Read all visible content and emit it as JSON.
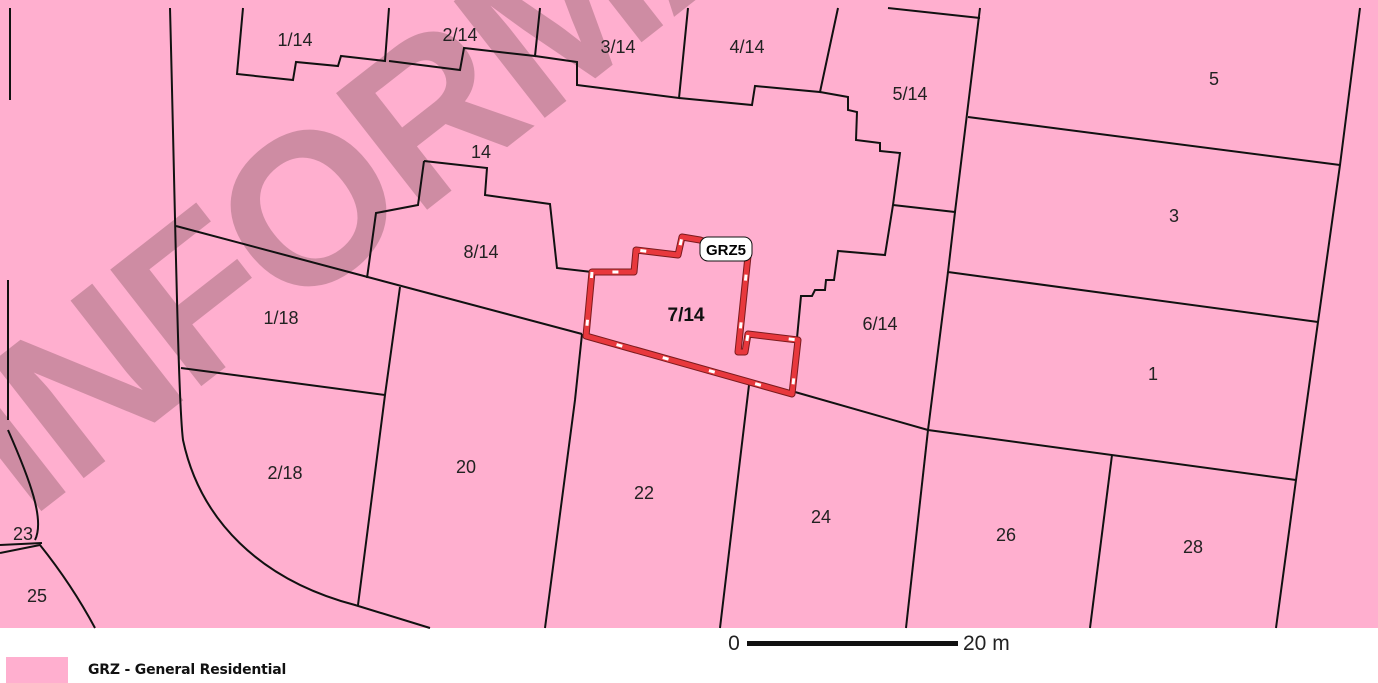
{
  "map": {
    "lot_labels": {
      "l1_14": "1/14",
      "l2_14": "2/14",
      "l3_14": "3/14",
      "l4_14": "4/14",
      "l5_14": "5/14",
      "l5": "5",
      "l14": "14",
      "l3": "3",
      "l8_14": "8/14",
      "l7_14": "7/14",
      "l6_14": "6/14",
      "l1": "1",
      "l1_18": "1/18",
      "l2_18": "2/18",
      "l20": "20",
      "l22": "22",
      "l24": "24",
      "l26": "26",
      "l28": "28",
      "l23": "23",
      "l25": "25"
    },
    "selected_lot": "7/14",
    "zone_tag": "GRZ5",
    "watermark": "INFORMATION"
  },
  "scale_bar": {
    "start_label": "0",
    "end_label": "20 m"
  },
  "legend": {
    "label": "GRZ - General Residential"
  },
  "colors": {
    "zone_fill": "#ffafcf",
    "boundary": "#111111",
    "highlight": "#e8383d",
    "watermark": "#a6707f"
  }
}
